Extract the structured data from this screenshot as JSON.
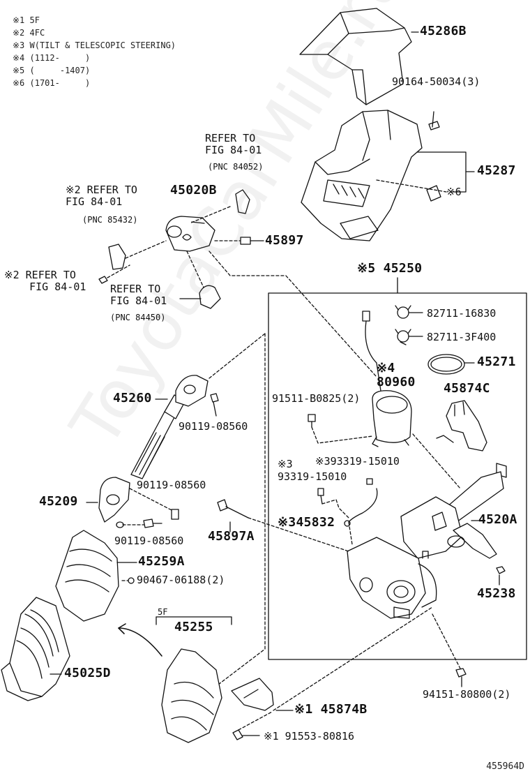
{
  "notes": [
    "※1 5F",
    "※2 4FC",
    "※3 W(TILT & TELESCOPIC STEERING)",
    "※4 (1112-     )",
    "※5 (     -1407)",
    "※6 (1701-     )"
  ],
  "labels": {
    "p45286B": "45286B",
    "p90164": "90164-50034(3)",
    "p45287": "45287",
    "n6_small": "※6",
    "refer_top": "REFER TO\nFIG 84-01",
    "pnc_84052": "(PNC 84052)",
    "p45020B": "45020B",
    "refer_left": "※2 REFER TO\nFIG 84-01",
    "pnc_85432": "(PNC 85432)",
    "p45897": "45897",
    "refer_left2": "※2 REFER TO\n    FIG 84-01",
    "refer_mid": "REFER TO\nFIG 84-01",
    "pnc_84450": "(PNC 84450)",
    "p45250": "※5 45250",
    "p82711_16830": "82711-16830",
    "p82711_3F400": "82711-3F400",
    "p45271": "45271",
    "p80960": "※4\n80960",
    "p45874C": "45874C",
    "p45260": "45260",
    "p91511": "91511-B0825(2)",
    "p90119_a": "90119-08560",
    "p93319_a": "※393319-15010",
    "p93319_b": "※3\n93319-15010",
    "p45209": "45209",
    "p90119_b": "90119-08560",
    "p45832": "※345832",
    "p4520A": "4520A",
    "p45897A": "45897A",
    "p90119_c": "90119-08560",
    "p45259A": "45259A",
    "p90467": "90467-06188(2)",
    "p45238": "45238",
    "fivef": "5F",
    "p45255": "45255",
    "p45025D": "45025D",
    "p94151": "94151-80800(2)",
    "p45874B": "※1 45874B",
    "p91553": "※1  91553-80816"
  },
  "watermark": "ToyotaCarMile.ru",
  "diagram_code": "455964D"
}
